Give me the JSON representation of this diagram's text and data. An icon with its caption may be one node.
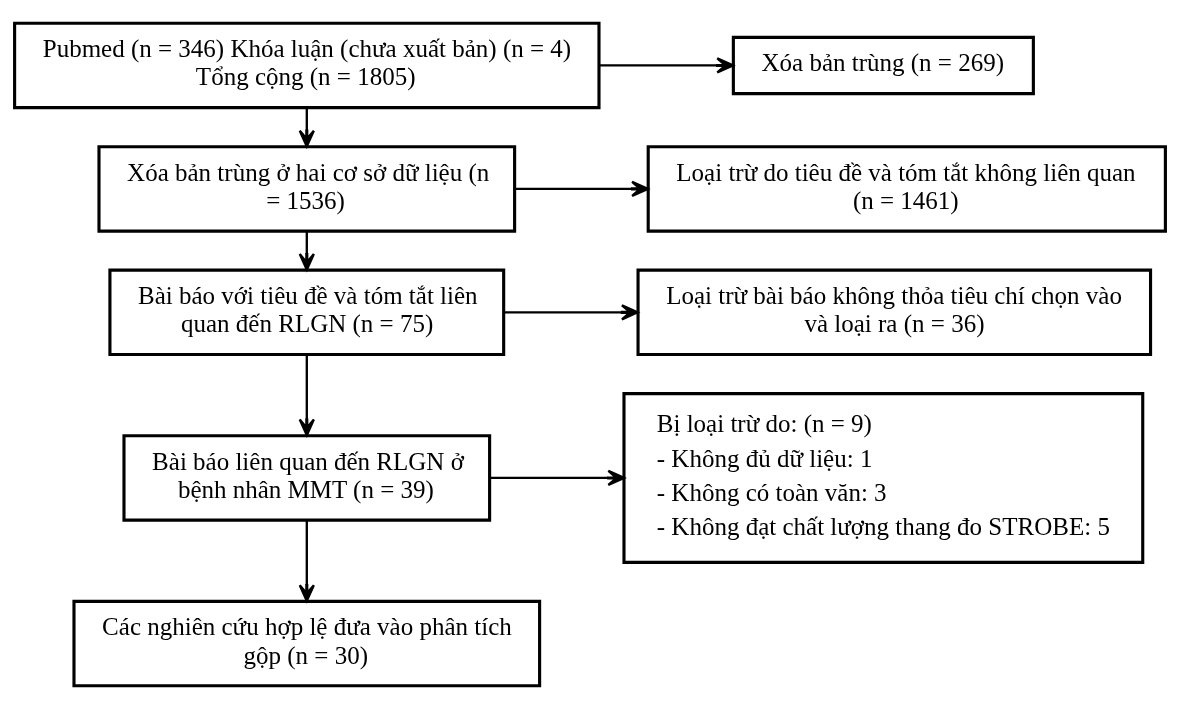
{
  "diagram": {
    "nodes": [
      {
        "text": [
          "Pubmed (n = 346) Khóa luận (chưa xuất bản) (n = 4)",
          "Tổng cộng (n = 1805)"
        ]
      },
      {
        "text": [
          "Xóa bản trùng (n = 269)"
        ]
      },
      {
        "text": [
          "Xóa bản trùng ở hai cơ sở dữ liệu (n = 1536)"
        ]
      },
      {
        "text": [
          "Loại trừ do tiêu đề và tóm tắt không liên quan (n = 1461)"
        ]
      },
      {
        "text": [
          "Bài báo với tiêu đề và tóm tắt liên quan đến RLGN (n = 75)"
        ]
      },
      {
        "text": [
          "Loại trừ bài báo không thỏa tiêu chí chọn vào và loại ra (n = 36)"
        ]
      },
      {
        "text": [
          "Bài báo liên quan đến RLGN ở bệnh nhân MMT (n = 39)"
        ]
      },
      {
        "text": [
          "Bị loại trừ do: (n = 9)",
          "- Không đủ dữ liệu: 1",
          "- Không có toàn văn: 3",
          "- Không đạt chất lượng thang đo STROBE: 5"
        ]
      },
      {
        "text": [
          "Các nghiên cứu hợp lệ đưa vào phân tích gộp (n = 30)"
        ]
      }
    ],
    "edges": [
      {
        "from": 0,
        "to": 2,
        "arrow": "to"
      },
      {
        "from": 0,
        "to": 1,
        "arrow": "to"
      },
      {
        "from": 2,
        "to": 4,
        "arrow": "to"
      },
      {
        "from": 2,
        "to": 3,
        "arrow": "to"
      },
      {
        "from": 4,
        "to": 6,
        "arrow": "to"
      },
      {
        "from": 4,
        "to": 5,
        "arrow": "to"
      },
      {
        "from": 6,
        "to": 8,
        "arrow": "to"
      },
      {
        "from": 6,
        "to": 7,
        "arrow": "to"
      }
    ]
  }
}
